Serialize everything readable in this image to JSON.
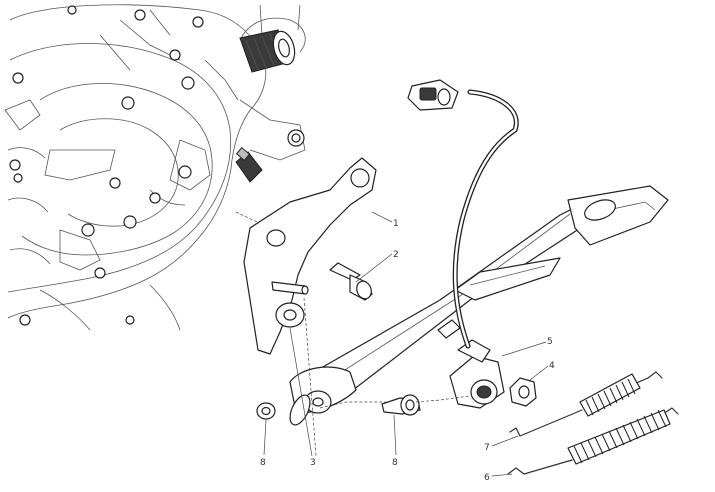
{
  "diagram": {
    "callouts": [
      {
        "id": "c1",
        "label": "1"
      },
      {
        "id": "c2",
        "label": "2"
      },
      {
        "id": "c3",
        "label": "3"
      },
      {
        "id": "c4",
        "label": "4"
      },
      {
        "id": "c5",
        "label": "5"
      },
      {
        "id": "c6",
        "label": "6"
      },
      {
        "id": "c7",
        "label": "7"
      },
      {
        "id": "c8a",
        "label": "8"
      },
      {
        "id": "c8b",
        "label": "8"
      }
    ]
  }
}
